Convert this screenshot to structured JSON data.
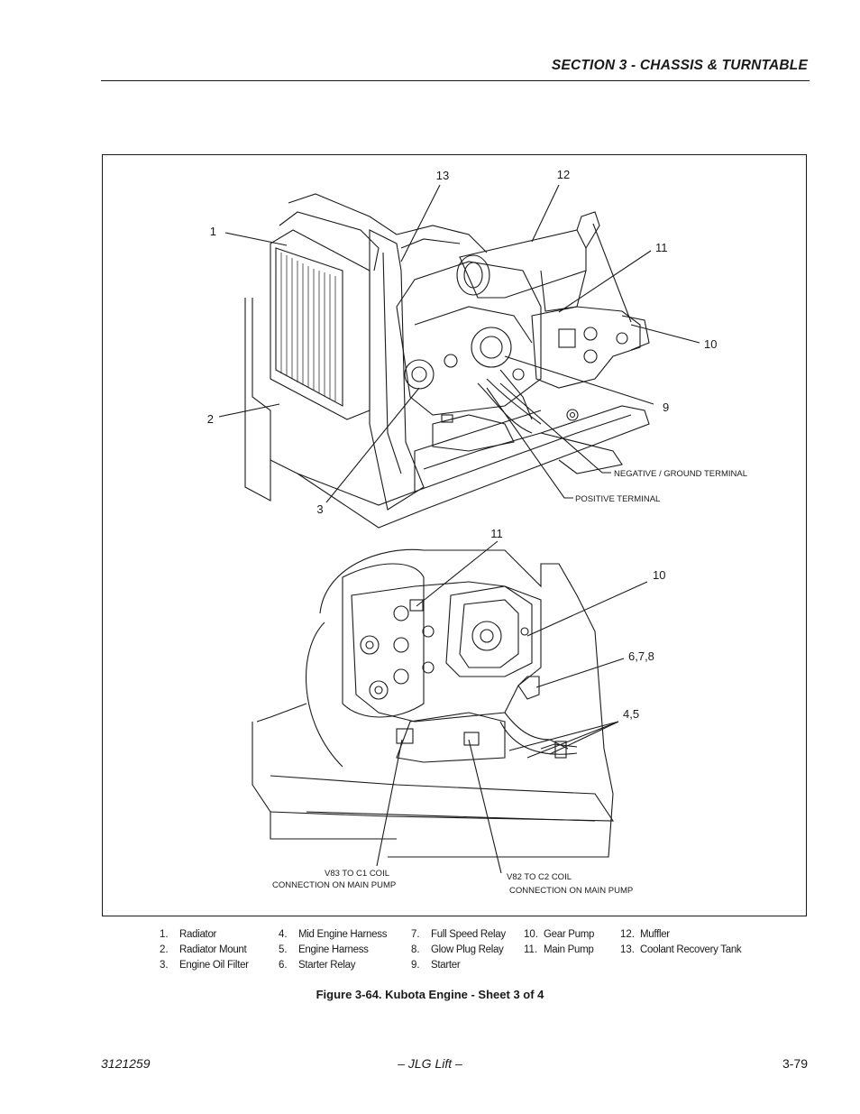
{
  "header": {
    "section_title": "SECTION 3 - CHASSIS & TURNTABLE"
  },
  "figure": {
    "top_callouts": [
      "1",
      "2",
      "3",
      "9",
      "10",
      "11",
      "12",
      "13"
    ],
    "top_notes": {
      "negative": "NEGATIVE / GROUND TERMINAL",
      "positive": "POSITIVE TERMINAL"
    },
    "bottom_callouts": [
      "11",
      "10",
      "6,7,8",
      "4,5"
    ],
    "bottom_notes": {
      "v83_line1": "V83 TO C1 COIL",
      "v83_line2": "CONNECTION ON MAIN PUMP",
      "v82_line1": "V82 TO C2 COIL",
      "v82_line2": "CONNECTION ON MAIN PUMP"
    }
  },
  "legend": [
    [
      {
        "num": "1.",
        "label": "Radiator"
      },
      {
        "num": "2.",
        "label": "Radiator Mount"
      },
      {
        "num": "3.",
        "label": "Engine Oil Filter"
      }
    ],
    [
      {
        "num": "4.",
        "label": "Mid Engine Harness"
      },
      {
        "num": "5.",
        "label": "Engine Harness"
      },
      {
        "num": "6.",
        "label": "Starter Relay"
      }
    ],
    [
      {
        "num": "7.",
        "label": "Full Speed Relay"
      },
      {
        "num": "8.",
        "label": "Glow Plug Relay"
      },
      {
        "num": "9.",
        "label": "Starter"
      }
    ],
    [
      {
        "num": "10.",
        "label": "Gear Pump"
      },
      {
        "num": "11.",
        "label": "Main Pump"
      }
    ],
    [
      {
        "num": "12.",
        "label": "Muffler"
      },
      {
        "num": "13.",
        "label": "Coolant Recovery Tank"
      }
    ]
  ],
  "caption": "Figure 3-64.  Kubota Engine - Sheet 3 of 4",
  "footer": {
    "doc_number": "3121259",
    "center": "– JLG Lift –",
    "page": "3-79"
  }
}
